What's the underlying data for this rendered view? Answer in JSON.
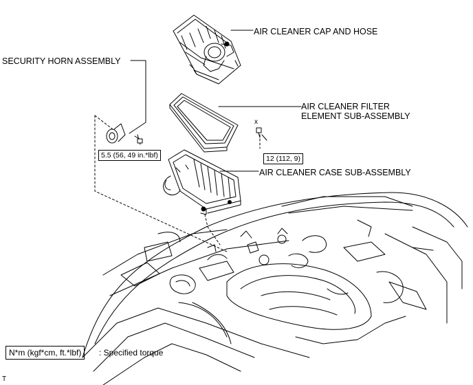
{
  "labels": {
    "air_cleaner_cap": "AIR CLEANER CAP AND HOSE",
    "security_horn": "SECURITY HORN ASSEMBLY",
    "filter_element_line1": "AIR CLEANER FILTER",
    "filter_element_line2": "ELEMENT SUB-ASSEMBLY",
    "air_cleaner_case": "AIR CLEANER CASE SUB-ASSEMBLY"
  },
  "torques": {
    "horn_bolt": "5.5 (56, 49 in.*lbf)",
    "case_bolt": "12 (112, 9)"
  },
  "marks": {
    "x_mark": "x",
    "corner_mark": "T"
  },
  "legend": {
    "unit": "N*m (kgf*cm, ft.*lbf)",
    "description": ": Specified torque"
  }
}
